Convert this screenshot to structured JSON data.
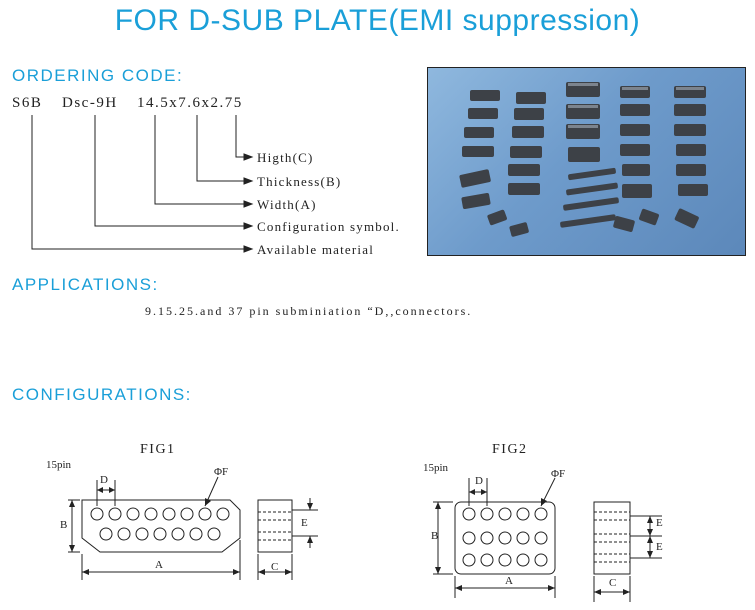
{
  "title": "FOR D-SUB PLATE(EMI suppression)",
  "ordering": {
    "heading": "ORDERING CODE:",
    "code_parts": [
      "S6B",
      "Dsc-9H",
      "14.5x7.6x2.75"
    ],
    "labels": [
      "Higth(C)",
      "Thickness(B)",
      "Width(A)",
      "Configuration symbol.",
      "Available material"
    ]
  },
  "applications": {
    "heading": "APPLICATIONS:",
    "text": "9.15.25.and 37 pin subminiation  “D,,connectors."
  },
  "configurations": {
    "heading": "CONFIGURATIONS:",
    "fig1": {
      "title": "FIG1",
      "pin_label": "15pin",
      "d": "D",
      "phi_f": "ΦF",
      "a": "A",
      "b": "B",
      "c": "C",
      "e": "E"
    },
    "fig2": {
      "title": "FIG2",
      "pin_label": "15pin",
      "d": "D",
      "phi_f": "ΦF",
      "a": "A",
      "b": "B",
      "c": "C",
      "e1": "E",
      "e2": "E"
    }
  },
  "colors": {
    "accent": "#1a9fd8",
    "ink": "#222222",
    "photo_bg": "#7aa6d2",
    "part": "#3e4248"
  }
}
